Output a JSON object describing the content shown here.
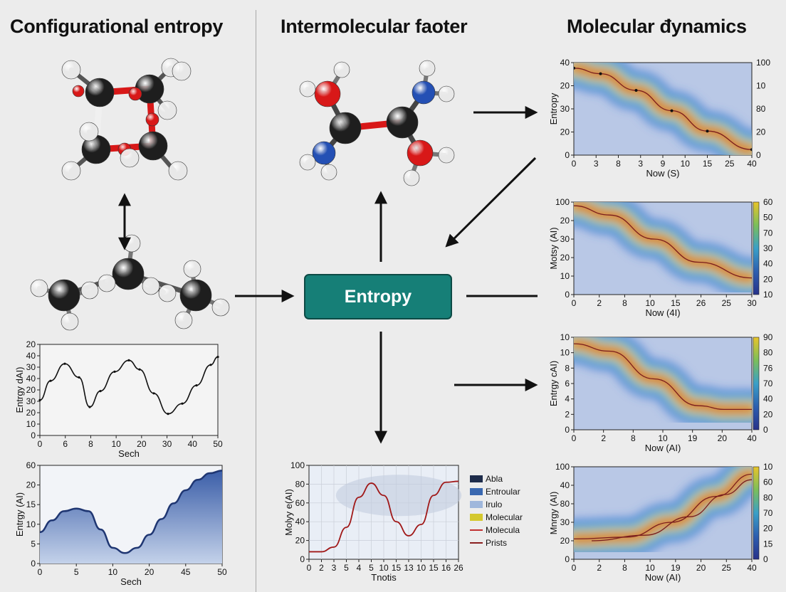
{
  "titles": {
    "left": "Configurational entropy",
    "center": "Intermolecular faoter",
    "right": "Molecular đynamics"
  },
  "center_box": {
    "label": "Entropy"
  },
  "colors": {
    "carbon": "#1e1e1e",
    "oxygen": "#d81818",
    "nitrogen": "#2450b4",
    "hydrogen": "#e8e8e8",
    "box": "#167f77",
    "line": "#a01818"
  },
  "chart_data": [
    {
      "id": "left-line",
      "type": "line",
      "title": "",
      "xlabel": "Sech",
      "ylabel": "Entrgy dAI)",
      "x_ticks": [
        "0",
        "6",
        "8",
        "10",
        "20",
        "30",
        "40",
        "50"
      ],
      "y_ticks": [
        "20",
        "40",
        "30",
        "40",
        "20",
        "30",
        "20",
        "10",
        "0"
      ],
      "x": [
        0,
        3,
        7,
        11,
        14,
        17,
        21,
        25,
        28,
        32,
        36,
        40,
        44,
        48,
        50
      ],
      "values": [
        31,
        48,
        63,
        51,
        25,
        39,
        56,
        66,
        58,
        37,
        19,
        28,
        44,
        62,
        69
      ],
      "ylim": [
        0,
        80
      ]
    },
    {
      "id": "left-area",
      "type": "area",
      "title": "",
      "xlabel": "Sech",
      "ylabel": "Entrgy (AI)",
      "x_ticks": [
        "0",
        "5",
        "10",
        "20",
        "45",
        "50"
      ],
      "y_ticks": [
        "60",
        "20",
        "15",
        "10",
        "5",
        "0"
      ],
      "x": [
        0,
        2,
        4,
        6,
        8,
        10,
        12,
        14,
        16,
        18,
        20,
        22,
        24,
        26,
        28,
        30
      ],
      "values": [
        24,
        33,
        40,
        42,
        40,
        26,
        12,
        8,
        12,
        22,
        34,
        46,
        56,
        64,
        69,
        71
      ],
      "ylim": [
        0,
        75
      ]
    },
    {
      "id": "center-chart",
      "type": "line",
      "title": "",
      "xlabel": "Tnotis",
      "ylabel": "Molyy e(AI)",
      "x_ticks": [
        "0",
        "2",
        "3",
        "5",
        "4",
        "5",
        "10",
        "15",
        "13",
        "10",
        "15",
        "16",
        "26"
      ],
      "y_ticks": [
        "100",
        "80",
        "60",
        "40",
        "20",
        "0"
      ],
      "x": [
        0,
        1,
        2,
        3,
        4,
        5,
        6,
        7,
        8,
        9,
        10,
        11,
        12
      ],
      "values": [
        8,
        8,
        13,
        34,
        66,
        81,
        68,
        40,
        25,
        37,
        68,
        82,
        83
      ],
      "ylim": [
        0,
        100
      ],
      "legend": [
        "Abla",
        "Entroular",
        "Irulo",
        "Molecular",
        "Molecula",
        "Prists"
      ]
    },
    {
      "id": "md-1",
      "type": "heatmap",
      "title": "",
      "xlabel": "Now (S)",
      "ylabel": "Entropy",
      "x_ticks": [
        "0",
        "3",
        "8",
        "3",
        "9",
        "10",
        "15",
        "25",
        "40"
      ],
      "y_ticks_left": [
        "40",
        "20",
        "30",
        "20",
        "0"
      ],
      "y_ticks_right": [
        "100",
        "10",
        "80",
        "20",
        "0"
      ],
      "trend": [
        [
          0,
          94
        ],
        [
          15,
          88
        ],
        [
          35,
          70
        ],
        [
          55,
          48
        ],
        [
          75,
          26
        ],
        [
          100,
          6
        ]
      ]
    },
    {
      "id": "md-2",
      "type": "heatmap",
      "title": "",
      "xlabel": "Now (4I)",
      "ylabel": "Motsy (AI)",
      "x_ticks": [
        "0",
        "2",
        "8",
        "10",
        "15",
        "26",
        "25",
        "30"
      ],
      "y_ticks_left": [
        "100",
        "20",
        "30",
        "20",
        "10",
        "0"
      ],
      "colorbar_ticks": [
        "60",
        "50",
        "70",
        "30",
        "40",
        "20",
        "10"
      ],
      "trend": [
        [
          0,
          96
        ],
        [
          20,
          86
        ],
        [
          45,
          60
        ],
        [
          70,
          35
        ],
        [
          100,
          18
        ]
      ]
    },
    {
      "id": "md-3",
      "type": "heatmap",
      "title": "",
      "xlabel": "Now (AI)",
      "ylabel": "Entrgy cAI)",
      "x_ticks": [
        "0",
        "2",
        "8",
        "10",
        "19",
        "20",
        "40"
      ],
      "y_ticks_left": [
        "10",
        "10",
        "8",
        "6",
        "4",
        "2",
        "0"
      ],
      "colorbar_ticks": [
        "90",
        "80",
        "76",
        "70",
        "40",
        "20",
        "0"
      ],
      "trend": [
        [
          0,
          93
        ],
        [
          20,
          85
        ],
        [
          45,
          55
        ],
        [
          70,
          26
        ],
        [
          85,
          22
        ],
        [
          100,
          22
        ]
      ]
    },
    {
      "id": "md-4",
      "type": "heatmap",
      "title": "",
      "xlabel": "Now (AI)",
      "ylabel": "Mnrgy (AI)",
      "x_ticks": [
        "0",
        "2",
        "8",
        "10",
        "19",
        "20",
        "25",
        "40"
      ],
      "y_ticks_left": [
        "100",
        "40",
        "80",
        "30",
        "20",
        "0"
      ],
      "colorbar_ticks": [
        "10",
        "60",
        "80",
        "70",
        "20",
        "15",
        "0"
      ],
      "trend": [
        [
          0,
          22
        ],
        [
          30,
          24
        ],
        [
          55,
          40
        ],
        [
          80,
          68
        ],
        [
          100,
          92
        ]
      ],
      "trend2": [
        [
          10,
          20
        ],
        [
          40,
          26
        ],
        [
          65,
          46
        ],
        [
          85,
          70
        ],
        [
          100,
          86
        ]
      ]
    }
  ]
}
